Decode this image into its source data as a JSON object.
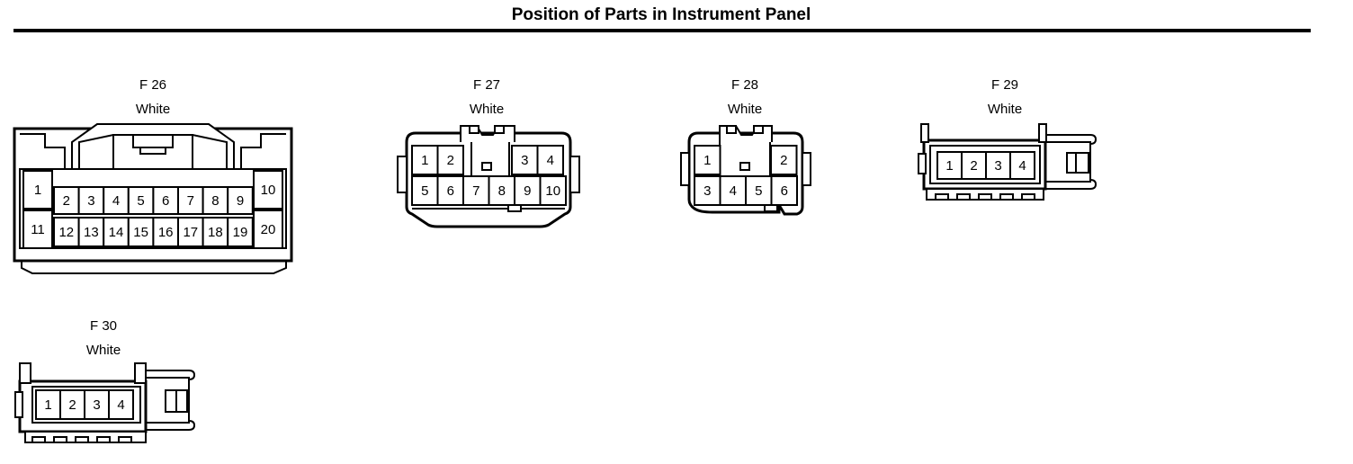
{
  "page": {
    "title": "Position of Parts in Instrument Panel"
  },
  "connectors": [
    {
      "id": "F 26",
      "color": "White",
      "pins_top": [
        "1",
        "2",
        "3",
        "4",
        "5",
        "6",
        "7",
        "8",
        "9",
        "10"
      ],
      "pins_bottom": [
        "11",
        "12",
        "13",
        "14",
        "15",
        "16",
        "17",
        "18",
        "19",
        "20"
      ]
    },
    {
      "id": "F 27",
      "color": "White",
      "pins_top": [
        "1",
        "2",
        "3",
        "4"
      ],
      "pins_bottom": [
        "5",
        "6",
        "7",
        "8",
        "9",
        "10"
      ]
    },
    {
      "id": "F 28",
      "color": "White",
      "pins_top": [
        "1",
        "2"
      ],
      "pins_bottom": [
        "3",
        "4",
        "5",
        "6"
      ]
    },
    {
      "id": "F 29",
      "color": "White",
      "pins": [
        "1",
        "2",
        "3",
        "4"
      ]
    },
    {
      "id": "F 30",
      "color": "White",
      "pins": [
        "1",
        "2",
        "3",
        "4"
      ]
    }
  ]
}
